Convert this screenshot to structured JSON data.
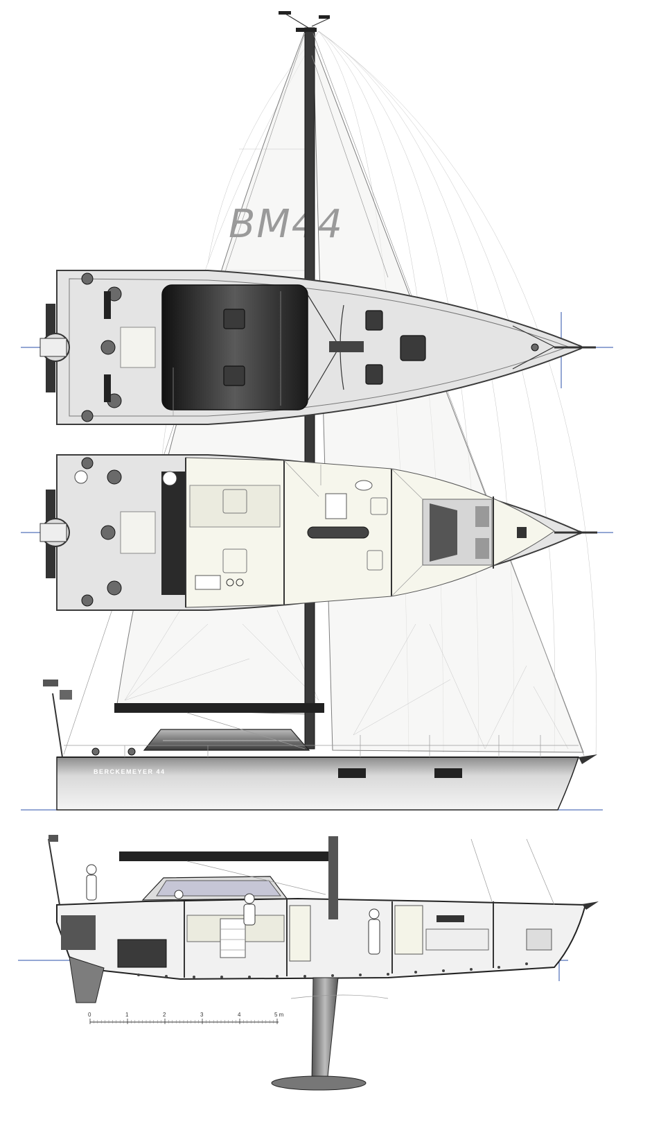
{
  "drawing": {
    "sail_logo_text": "BM44",
    "hull_name_text": "BERCKEMEYER 44"
  },
  "scale_bar": {
    "ticks": [
      "0",
      "1",
      "2",
      "3",
      "4",
      "5 m"
    ]
  },
  "colors": {
    "outline": "#333333",
    "deck": "#e4e4e4",
    "hull_dark": "#4a4a4a",
    "hull_light": "#f2f2f2",
    "interior": "#f6f6ec",
    "centerline": "#2a4fa8"
  }
}
